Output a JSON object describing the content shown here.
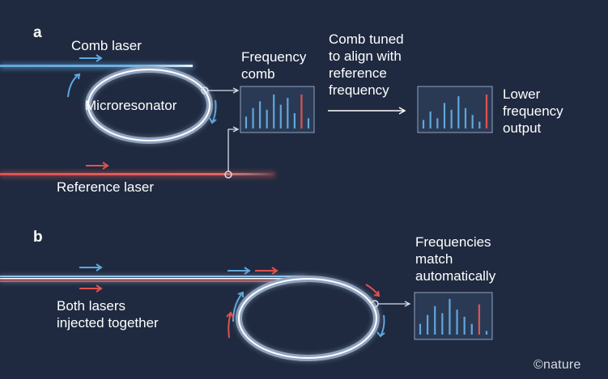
{
  "panels": {
    "a": "a",
    "b": "b"
  },
  "labels": {
    "comb_laser": "Comb laser",
    "microresonator": "Microresonator",
    "reference_laser": "Reference laser",
    "frequency_comb": "Frequency\ncomb",
    "comb_tuned": "Comb tuned\nto align with\nreference\nfrequency",
    "lower_frequency_output": "Lower\nfrequency\noutput",
    "both_lasers": "Both lasers\ninjected together",
    "frequencies_match": "Frequencies\nmatch\nautomatically"
  },
  "credit": "©nature",
  "colors": {
    "background": "#1f2a40",
    "comb_blue": "#5fa7dc",
    "reference_red": "#e0524e",
    "ring": "#8fa2be",
    "box_bg": "#2b3a54"
  },
  "spectra": {
    "comb_a": [
      0.35,
      0.6,
      0.8,
      0.55,
      1.0,
      0.7,
      0.9,
      0.45,
      1.0,
      0.3
    ],
    "output_a": [
      0.25,
      0.5,
      0.3,
      0.75,
      0.55,
      0.95,
      0.6,
      0.4,
      0.2,
      1.0
    ],
    "match_b": [
      0.3,
      0.55,
      0.8,
      0.6,
      1.0,
      0.7,
      0.5,
      0.3,
      0.85,
      0.1
    ],
    "red_line_index": {
      "comb_a": 8,
      "output_a": 9,
      "match_b": 8
    }
  }
}
